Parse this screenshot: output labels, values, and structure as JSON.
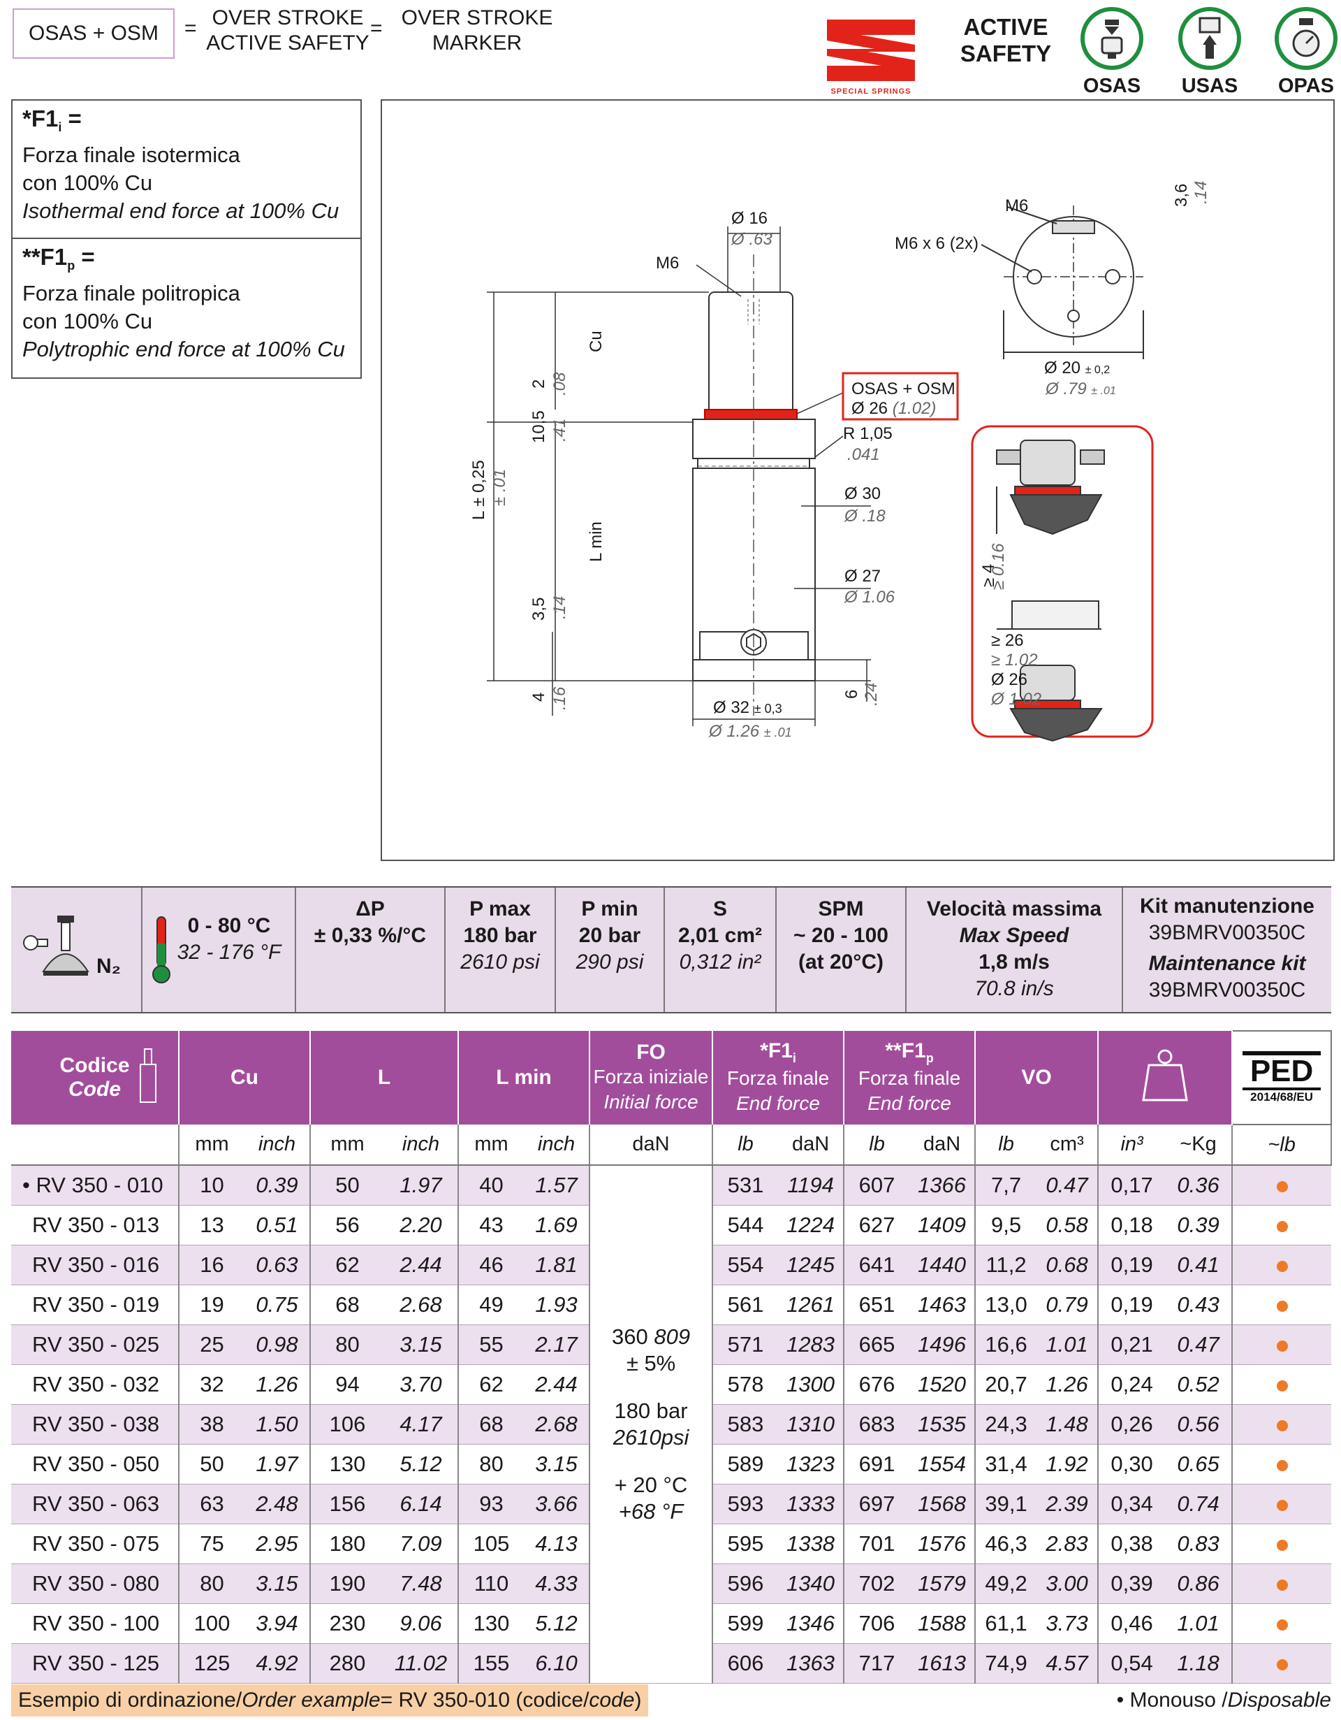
{
  "legend": {
    "osas_box": "OSAS + OSM",
    "eq": "=",
    "col1_line1": "OVER STROKE",
    "col1_line2": "ACTIVE SAFETY",
    "col2_line1": "OVER STROKE",
    "col2_line2": "MARKER"
  },
  "brand": {
    "logo_text": "SPECIAL SPRINGS",
    "active_safety_line1": "ACTIVE",
    "active_safety_line2": "SAFETY",
    "badges": [
      "OSAS",
      "USAS",
      "OPAS"
    ],
    "accent": "#e2231a",
    "badge_green": "#1f8f3f"
  },
  "notes": [
    {
      "key": "*F1",
      "sub": "i",
      "eq": " =",
      "l1": "Forza finale isotermica",
      "l2": "con 100% Cu",
      "l3": "Isothermal end force at 100% Cu"
    },
    {
      "key": "**F1",
      "sub": "p",
      "eq": " =",
      "l1": "Forza finale politropica",
      "l2": "con 100% Cu",
      "l3": "Polytrophic end force at 100% Cu"
    }
  ],
  "drawing": {
    "d16": "Ø 16",
    "d16i": "Ø .63",
    "m6": "M6",
    "cu": "Cu",
    "two": "2",
    "two_i": ".08",
    "osas_tag1": "OSAS + OSM",
    "osas_tag2": "Ø 26",
    "osas_tag2i": "(1.02)",
    "l_tol": "L ± 0,25",
    "l_tol_i": "± .01",
    "ten5": "10,5",
    "ten5i": ".41",
    "r105": "R 1,05",
    "r105i": ".041",
    "lmin": "L min",
    "d30": "Ø 30",
    "d30i": "Ø .18",
    "three5": "3,5",
    "three5i": ".14",
    "d27": "Ø 27",
    "d27i": "Ø 1.06",
    "four": "4",
    "four_i": ".16",
    "six": "6",
    "six_i": ".24",
    "d32": "Ø 32",
    "d32tol": "± 0,3",
    "d32i": "Ø 1.26",
    "d32itol": "± .01",
    "m6top": "M6",
    "m6x6": "M6 x 6 (2x)",
    "three6": "3,6",
    "three6i": ".14",
    "d20": "Ø 20",
    "d20tol": "± 0,2",
    "d20i": "Ø .79",
    "d20itol": "± .01",
    "ge4": "≥ 4",
    "ge4i": "≥ 0.16",
    "ge26": "≥ 26",
    "ge26i": "≥ 1.02",
    "d26": "Ø 26",
    "d26i": "Ø 1.02"
  },
  "spec": {
    "gas": "N₂",
    "temp": "0 - 80 °C",
    "temp_f": "32 - 176 °F",
    "dp_t": "ΔP",
    "dp_v": "± 0,33 %/°C",
    "pmax_t": "P max",
    "pmax_v": "180 bar",
    "pmax_i": "2610 psi",
    "pmin_t": "P min",
    "pmin_v": "20 bar",
    "pmin_i": "290 psi",
    "s_t": "S",
    "s_v": "2,01 cm²",
    "s_i": "0,312 in²",
    "spm_t": "SPM",
    "spm_v": "~ 20 - 100",
    "spm_v2": "(at 20°C)",
    "vel_t": "Velocità massima",
    "vel_t2": "Max Speed",
    "vel_v": "1,8 m/s",
    "vel_i": "70.8 in/s",
    "kit_t": "Kit manutenzione",
    "kit_v": "39BMRV00350C",
    "kit_t2": "Maintenance kit",
    "kit_v2": "39BMRV00350C"
  },
  "table": {
    "h_codice": "Codice",
    "h_code": "Code",
    "h_cu": "Cu",
    "h_l": "L",
    "h_lmin": "L min",
    "h_fo": "FO",
    "h_fo2": "Forza iniziale",
    "h_fo3": "Initial force",
    "h_f1i": "*F1",
    "h_f1i_sub": "i",
    "h_f1i2": "Forza finale",
    "h_f1i3": "End force",
    "h_f1p": "**F1",
    "h_f1p_sub": "p",
    "h_f1p2": "Forza finale",
    "h_f1p3": "End force",
    "h_vo": "VO",
    "ped": "PED",
    "ped2": "2014/68/EU",
    "units": [
      "mm",
      "inch",
      "mm",
      "inch",
      "mm",
      "inch",
      "daN",
      "lb",
      "daN",
      "lb",
      "daN",
      "lb",
      "cm³",
      "in³",
      "~Kg",
      "~lb"
    ],
    "fo_l1a": "360",
    "fo_l1b": " 809",
    "fo_l2": "± 5%",
    "fo_l3": "180 bar",
    "fo_l4": "2610psi",
    "fo_l5": "+ 20 °C",
    "fo_l6": "+68 °F",
    "rows": [
      {
        "code": "• RV 350 - 010",
        "cu": "10",
        "cui": "0.39",
        "l": "50",
        "li": "1.97",
        "lm": "40",
        "lmi": "1.57",
        "f1i": "531",
        "f1il": "1194",
        "f1p": "607",
        "f1pl": "1366",
        "vo": "7,7",
        "voi": "0.47",
        "kg": "0,17",
        "lb": "0.36"
      },
      {
        "code": "RV 350 - 013",
        "cu": "13",
        "cui": "0.51",
        "l": "56",
        "li": "2.20",
        "lm": "43",
        "lmi": "1.69",
        "f1i": "544",
        "f1il": "1224",
        "f1p": "627",
        "f1pl": "1409",
        "vo": "9,5",
        "voi": "0.58",
        "kg": "0,18",
        "lb": "0.39"
      },
      {
        "code": "RV 350 - 016",
        "cu": "16",
        "cui": "0.63",
        "l": "62",
        "li": "2.44",
        "lm": "46",
        "lmi": "1.81",
        "f1i": "554",
        "f1il": "1245",
        "f1p": "641",
        "f1pl": "1440",
        "vo": "11,2",
        "voi": "0.68",
        "kg": "0,19",
        "lb": "0.41"
      },
      {
        "code": "RV 350 - 019",
        "cu": "19",
        "cui": "0.75",
        "l": "68",
        "li": "2.68",
        "lm": "49",
        "lmi": "1.93",
        "f1i": "561",
        "f1il": "1261",
        "f1p": "651",
        "f1pl": "1463",
        "vo": "13,0",
        "voi": "0.79",
        "kg": "0,19",
        "lb": "0.43"
      },
      {
        "code": "RV 350 - 025",
        "cu": "25",
        "cui": "0.98",
        "l": "80",
        "li": "3.15",
        "lm": "55",
        "lmi": "2.17",
        "f1i": "571",
        "f1il": "1283",
        "f1p": "665",
        "f1pl": "1496",
        "vo": "16,6",
        "voi": "1.01",
        "kg": "0,21",
        "lb": "0.47"
      },
      {
        "code": "RV 350 - 032",
        "cu": "32",
        "cui": "1.26",
        "l": "94",
        "li": "3.70",
        "lm": "62",
        "lmi": "2.44",
        "f1i": "578",
        "f1il": "1300",
        "f1p": "676",
        "f1pl": "1520",
        "vo": "20,7",
        "voi": "1.26",
        "kg": "0,24",
        "lb": "0.52"
      },
      {
        "code": "RV 350 - 038",
        "cu": "38",
        "cui": "1.50",
        "l": "106",
        "li": "4.17",
        "lm": "68",
        "lmi": "2.68",
        "f1i": "583",
        "f1il": "1310",
        "f1p": "683",
        "f1pl": "1535",
        "vo": "24,3",
        "voi": "1.48",
        "kg": "0,26",
        "lb": "0.56"
      },
      {
        "code": "RV 350 - 050",
        "cu": "50",
        "cui": "1.97",
        "l": "130",
        "li": "5.12",
        "lm": "80",
        "lmi": "3.15",
        "f1i": "589",
        "f1il": "1323",
        "f1p": "691",
        "f1pl": "1554",
        "vo": "31,4",
        "voi": "1.92",
        "kg": "0,30",
        "lb": "0.65"
      },
      {
        "code": "RV 350 - 063",
        "cu": "63",
        "cui": "2.48",
        "l": "156",
        "li": "6.14",
        "lm": "93",
        "lmi": "3.66",
        "f1i": "593",
        "f1il": "1333",
        "f1p": "697",
        "f1pl": "1568",
        "vo": "39,1",
        "voi": "2.39",
        "kg": "0,34",
        "lb": "0.74"
      },
      {
        "code": "RV 350 - 075",
        "cu": "75",
        "cui": "2.95",
        "l": "180",
        "li": "7.09",
        "lm": "105",
        "lmi": "4.13",
        "f1i": "595",
        "f1il": "1338",
        "f1p": "701",
        "f1pl": "1576",
        "vo": "46,3",
        "voi": "2.83",
        "kg": "0,38",
        "lb": "0.83"
      },
      {
        "code": "RV 350 - 080",
        "cu": "80",
        "cui": "3.15",
        "l": "190",
        "li": "7.48",
        "lm": "110",
        "lmi": "4.33",
        "f1i": "596",
        "f1il": "1340",
        "f1p": "702",
        "f1pl": "1579",
        "vo": "49,2",
        "voi": "3.00",
        "kg": "0,39",
        "lb": "0.86"
      },
      {
        "code": "RV 350 - 100",
        "cu": "100",
        "cui": "3.94",
        "l": "230",
        "li": "9.06",
        "lm": "130",
        "lmi": "5.12",
        "f1i": "599",
        "f1il": "1346",
        "f1p": "706",
        "f1pl": "1588",
        "vo": "61,1",
        "voi": "3.73",
        "kg": "0,46",
        "lb": "1.01"
      },
      {
        "code": "RV 350 - 125",
        "cu": "125",
        "cui": "4.92",
        "l": "280",
        "li": "11.02",
        "lm": "155",
        "lmi": "6.10",
        "f1i": "606",
        "f1il": "1363",
        "f1p": "717",
        "f1pl": "1613",
        "vo": "74,9",
        "voi": "4.57",
        "kg": "0,54",
        "lb": "1.18"
      }
    ]
  },
  "footer": {
    "example_a": "Esempio di ordinazione/",
    "example_b": "Order example",
    "example_c": " = RV 350-010 (codice/",
    "example_d": "code",
    "example_e": ")",
    "disp_a": "• Monouso / ",
    "disp_b": "Disposable"
  }
}
